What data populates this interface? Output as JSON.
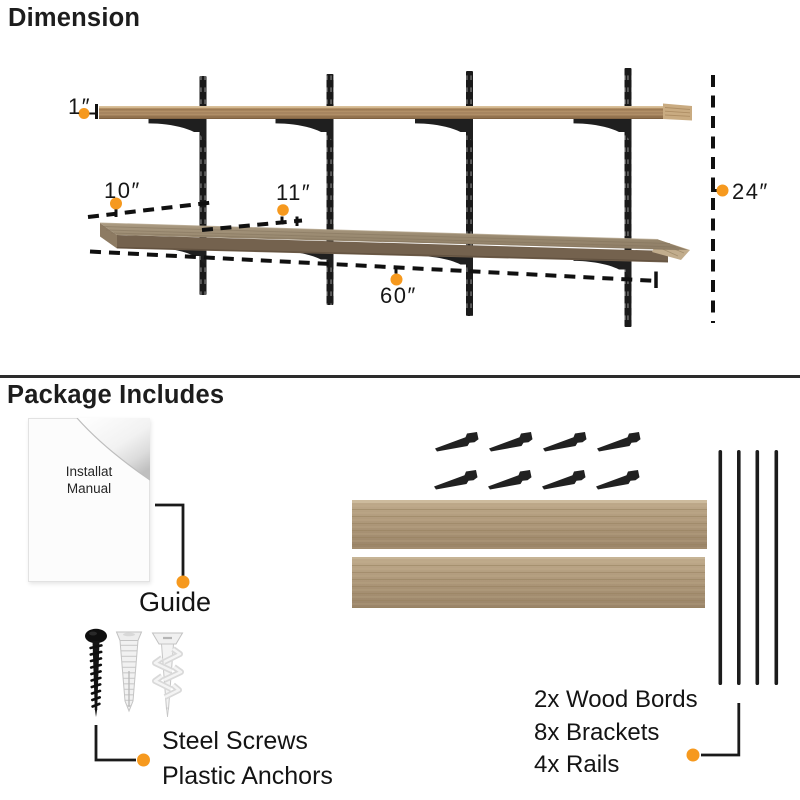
{
  "accent_color": "#F6991E",
  "dimension": {
    "title": "Dimension",
    "board_thickness": "1″",
    "top_shelf_depth": "10″",
    "bottom_shelf_depth": "11″",
    "shelf_width": "60″",
    "rail_height": "24″"
  },
  "package": {
    "title": "Package Includes",
    "manual_line1": "Installat",
    "manual_line2": "Manual",
    "guide_label": "Guide",
    "screws_label": "Steel Screws",
    "anchors_label": "Plastic Anchors",
    "contents": [
      "2x Wood Bords",
      "8x Brackets",
      "4x Rails"
    ]
  }
}
